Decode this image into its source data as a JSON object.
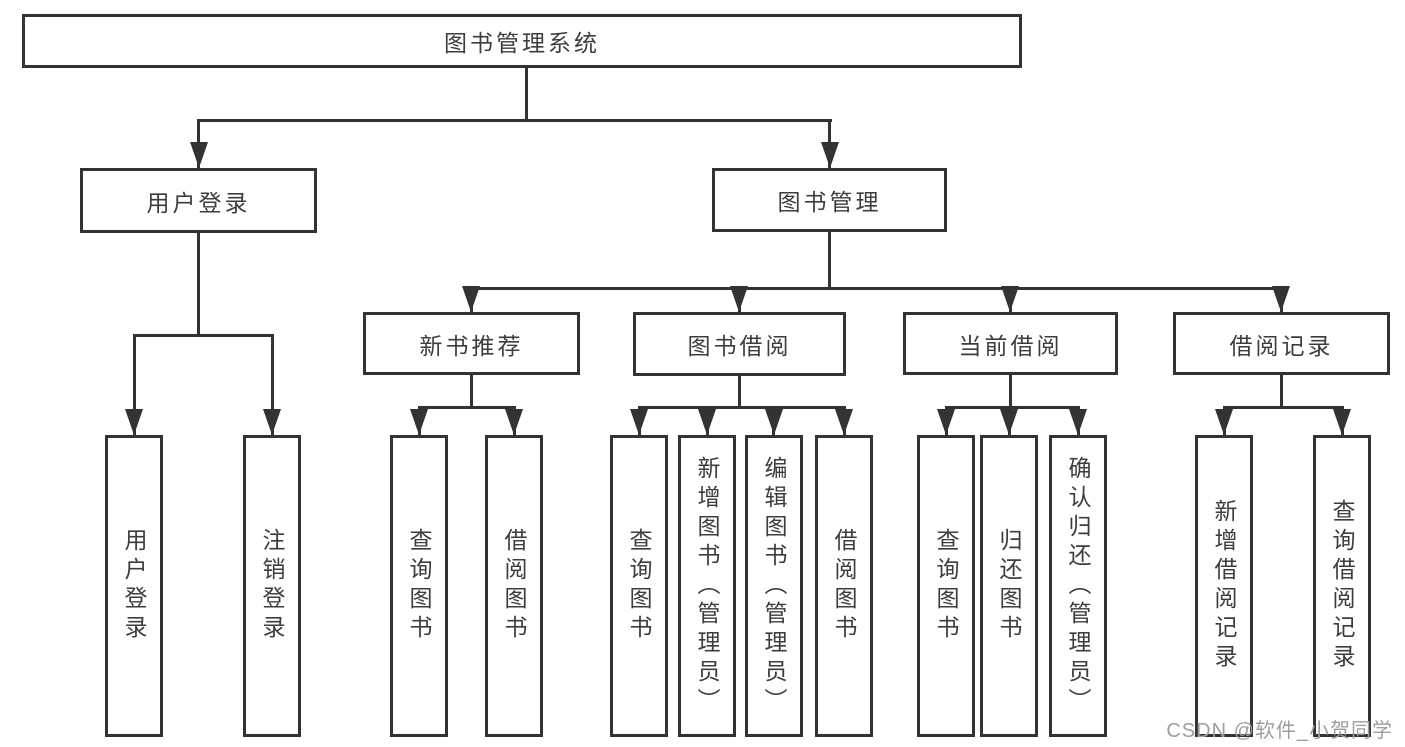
{
  "diagram": {
    "root": {
      "label": "图书管理系统"
    },
    "level2": [
      {
        "label": "用户登录"
      },
      {
        "label": "图书管理"
      }
    ],
    "level3": [
      {
        "label": "新书推荐"
      },
      {
        "label": "图书借阅"
      },
      {
        "label": "当前借阅"
      },
      {
        "label": "借阅记录"
      }
    ],
    "leaves": {
      "user_login": [
        "用户登录",
        "注销登录"
      ],
      "new_book_recommend": [
        "查询图书",
        "借阅图书"
      ],
      "book_borrow": [
        "查询图书",
        "新增图书（管理员）",
        "编辑图书（管理员）",
        "借阅图书"
      ],
      "current_borrow": [
        "查询图书",
        "归还图书",
        "确认归还（管理员）"
      ],
      "borrow_records": [
        "新增借阅记录",
        "查询借阅记录"
      ]
    }
  },
  "watermark": {
    "text": "CSDN @软件_小贺同学"
  },
  "colors": {
    "line": "#333333",
    "text": "#3d3d3d",
    "watermark": "#9e9e9e",
    "background": "#ffffff"
  }
}
